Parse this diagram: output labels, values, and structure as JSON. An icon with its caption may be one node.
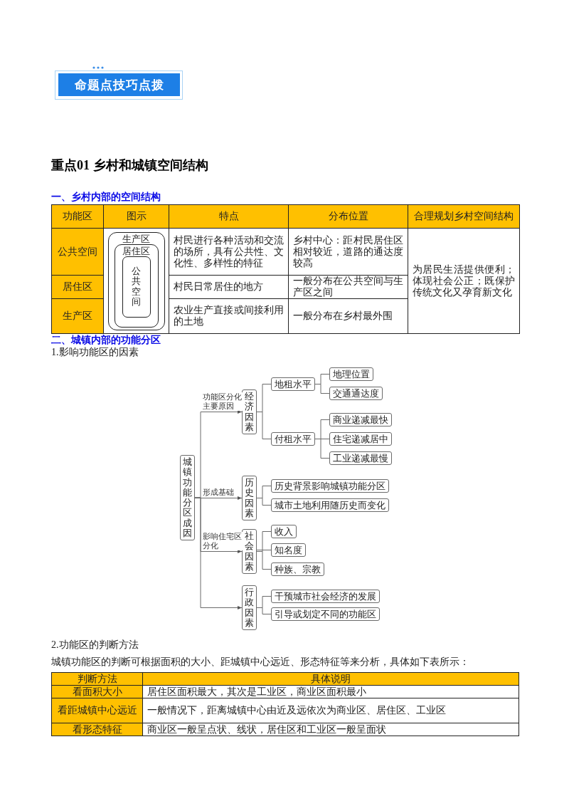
{
  "diagram": {
    "title": "重点01 乡村和城镇空间结构",
    "nodes": [
      {
        "text": [
          "命题点技巧点拨"
        ]
      },
      {
        "text": [
          "生产区"
        ]
      },
      {
        "text": [
          "居住区"
        ],
        "in": 1
      },
      {
        "text": [
          "公共空间"
        ],
        "in": 2
      },
      {
        "text": [
          "城镇功能分区成因"
        ]
      },
      {
        "text": [
          "经济因素"
        ]
      },
      {
        "text": [
          "地租水平"
        ]
      },
      {
        "text": [
          "地理位置"
        ]
      },
      {
        "text": [
          "交通通达度"
        ]
      },
      {
        "text": [
          "付租水平"
        ]
      },
      {
        "text": [
          "商业递减最快"
        ]
      },
      {
        "text": [
          "住宅递减居中"
        ]
      },
      {
        "text": [
          "工业递减最慢"
        ]
      },
      {
        "text": [
          "历史因素"
        ]
      },
      {
        "text": [
          "历史背景影响城镇功能分区"
        ]
      },
      {
        "text": [
          "城市土地利用随历史而变化"
        ]
      },
      {
        "text": [
          "社会因素"
        ]
      },
      {
        "text": [
          "收入"
        ]
      },
      {
        "text": [
          "知名度"
        ]
      },
      {
        "text": [
          "种族、宗教"
        ]
      },
      {
        "text": [
          "行政因素"
        ]
      },
      {
        "text": [
          "干预城市社会经济的发展"
        ]
      },
      {
        "text": [
          "引导或划定不同的功能区"
        ]
      }
    ],
    "edges": [
      {
        "from": 4,
        "to": 5,
        "arrow": "to",
        "label": "功能区分化主要原因"
      },
      {
        "from": 5,
        "to": 6,
        "arrow": "none"
      },
      {
        "from": 5,
        "to": 9,
        "arrow": "none"
      },
      {
        "from": 6,
        "to": 7,
        "arrow": "none"
      },
      {
        "from": 6,
        "to": 8,
        "arrow": "none"
      },
      {
        "from": 9,
        "to": 10,
        "arrow": "none"
      },
      {
        "from": 9,
        "to": 11,
        "arrow": "none"
      },
      {
        "from": 9,
        "to": 12,
        "arrow": "none"
      },
      {
        "from": 4,
        "to": 13,
        "arrow": "to",
        "label": "形成基础"
      },
      {
        "from": 13,
        "to": 14,
        "arrow": "none"
      },
      {
        "from": 13,
        "to": 15,
        "arrow": "none"
      },
      {
        "from": 4,
        "to": 16,
        "arrow": "to",
        "label": "影响住宅区分化"
      },
      {
        "from": 16,
        "to": 17,
        "arrow": "none"
      },
      {
        "from": 16,
        "to": 18,
        "arrow": "none"
      },
      {
        "from": 16,
        "to": 19,
        "arrow": "none"
      },
      {
        "from": 4,
        "to": 20,
        "arrow": "to"
      },
      {
        "from": 20,
        "to": 21,
        "arrow": "none"
      },
      {
        "from": 20,
        "to": 22,
        "arrow": "none"
      }
    ],
    "labels": [
      "一、乡村内部的空间结构",
      "功能区",
      "图示",
      "特点",
      "分布位置",
      "合理规划乡村空间结构",
      "公共空间",
      "村民进行各种活动和交流的场所，具有公共性、文化性、多样性的特征",
      "乡村中心：距村民居住区相对较近，道路的通达度较高",
      "为居民生活提供便利；体现社会公正；既保护传统文化又孕育新文化",
      "居住区",
      "村民日常居住的地方",
      "一般分布在公共空间与生产区之间",
      "生产区",
      "农业生产直接或间接利用的土地",
      "一般分布在乡村最外围",
      "二、城镇内部的功能分区",
      "1.影响功能区的因素",
      "2.功能区的判断方法",
      "城镇功能区的判断可根据面积的大小、距城镇中心远近、形态特征等来分析，具体如下表所示：",
      "判断方法",
      "具体说明",
      "看面积大小",
      "居住区面积最大，其次是工业区，商业区面积最小",
      "看距城镇中心远近",
      "一般情况下，距离城镇中心由近及远依次为商业区、居住区、工业区",
      "看形态特征",
      "商业区一般呈点状、线状，居住区和工业区一般呈面状"
    ]
  }
}
